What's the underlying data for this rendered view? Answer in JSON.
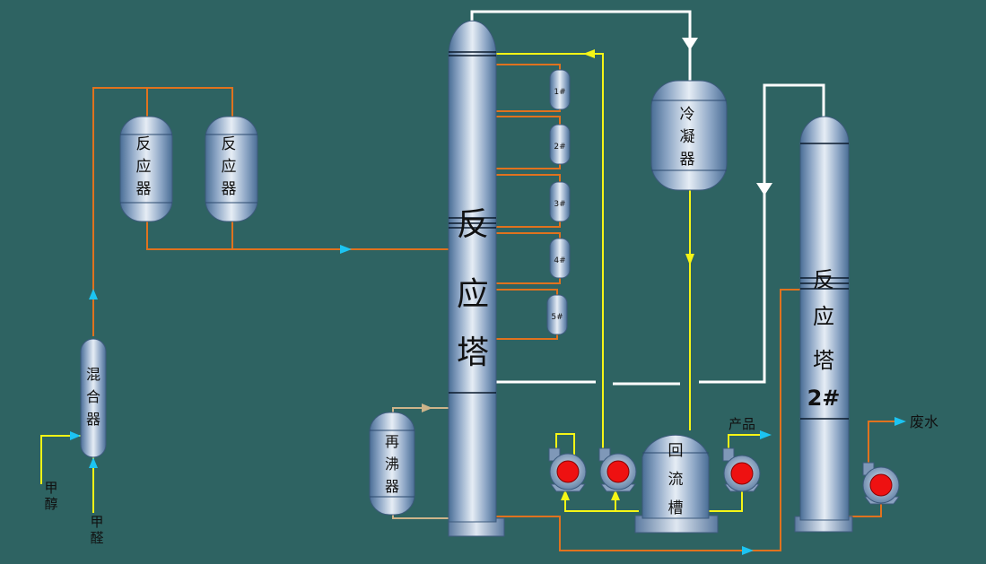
{
  "colors": {
    "background": "#2e6362",
    "pipe_orange": "#e0721e",
    "pipe_yellow": "#f5f516",
    "pipe_white": "#ffffff",
    "pipe_tan": "#cdb48a",
    "arrow_cyan": "#1cc4f2",
    "pump_red": "#ee1111"
  },
  "labels": {
    "reactor_a": [
      "反",
      "应",
      "器"
    ],
    "reactor_b": [
      "反",
      "应",
      "器"
    ],
    "mixer": [
      "混",
      "合",
      "器"
    ],
    "main_tower": [
      "反",
      "应",
      "塔"
    ],
    "reboiler": [
      "再",
      "沸",
      "器"
    ],
    "condenser": [
      "冷",
      "凝",
      "器"
    ],
    "reflux_tank": [
      "回",
      "流",
      "槽"
    ],
    "tower2": [
      "反",
      "应",
      "塔"
    ],
    "tower2_number": "2#",
    "side_vessels": [
      "1#",
      "2#",
      "3#",
      "4#",
      "5#"
    ],
    "stream_methanol": [
      "甲",
      "醇"
    ],
    "stream_formaldehyde": [
      "甲",
      "醛"
    ],
    "stream_product": "产品",
    "stream_wastewater": "废水"
  }
}
